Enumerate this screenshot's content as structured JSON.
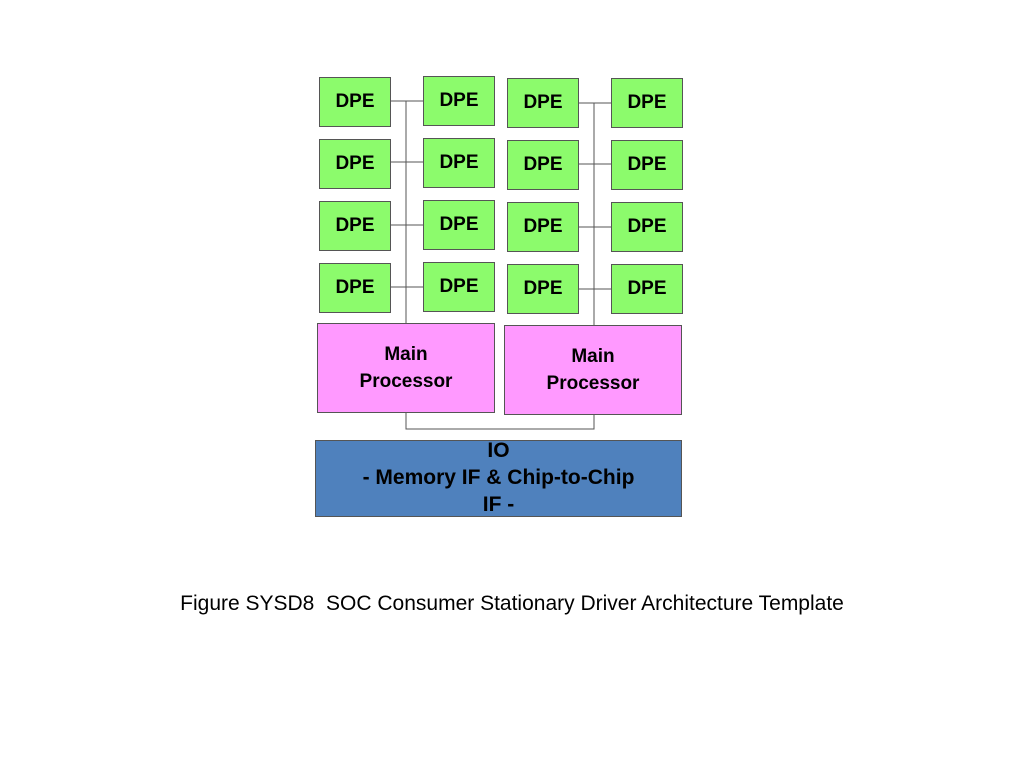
{
  "colors": {
    "dpe_fill": "#8CFB6C",
    "processor_fill": "#FF99FF",
    "io_fill": "#4F81BD",
    "line": "#555555"
  },
  "diagram": {
    "cluster_left": {
      "dpe_rows": [
        [
          "DPE",
          "DPE"
        ],
        [
          "DPE",
          "DPE"
        ],
        [
          "DPE",
          "DPE"
        ],
        [
          "DPE",
          "DPE"
        ]
      ],
      "processor": [
        "Main",
        "Processor"
      ]
    },
    "cluster_right": {
      "dpe_rows": [
        [
          "DPE",
          "DPE"
        ],
        [
          "DPE",
          "DPE"
        ],
        [
          "DPE",
          "DPE"
        ],
        [
          "DPE",
          "DPE"
        ]
      ],
      "processor": [
        "Main",
        "Processor"
      ]
    },
    "io": [
      "IO",
      "- Memory IF & Chip-to-Chip",
      "IF -"
    ]
  },
  "caption": "Figure SYSD8  SOC Consumer Stationary Driver Architecture Template"
}
